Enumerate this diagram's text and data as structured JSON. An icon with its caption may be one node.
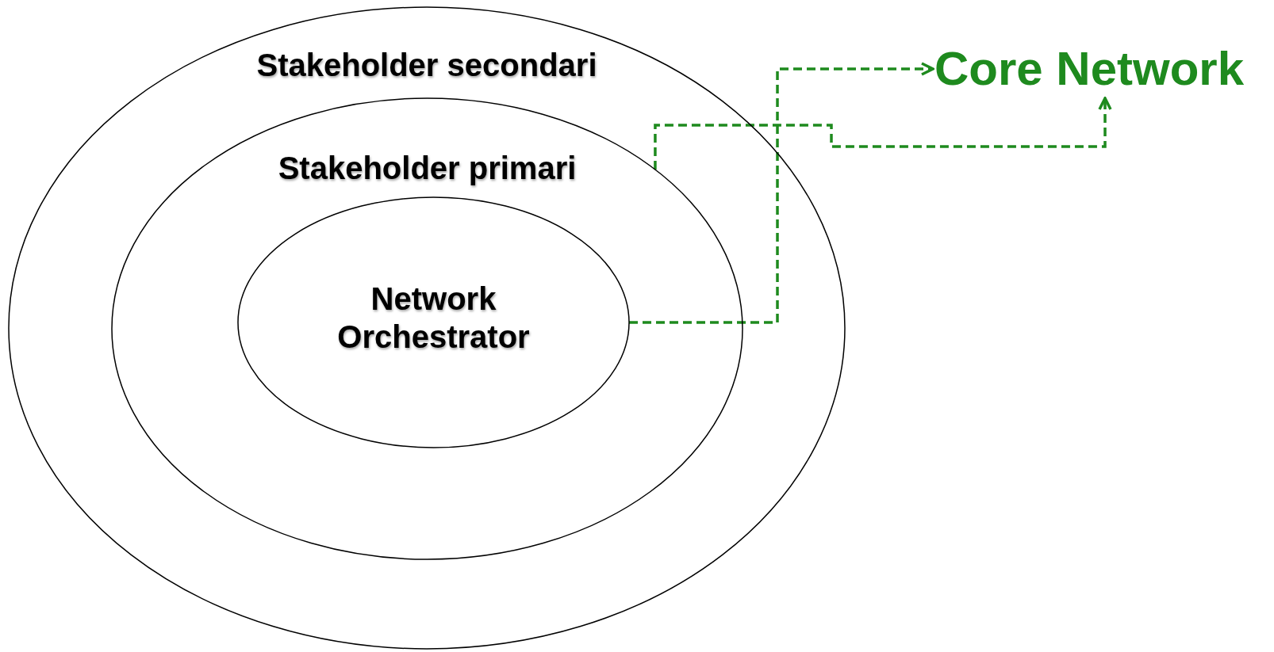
{
  "diagram": {
    "nodes": [
      {
        "text": [
          "Stakeholder secondari"
        ]
      },
      {
        "text": [
          "Stakeholder primari"
        ],
        "in": 0
      },
      {
        "text": [
          "Network Orchestrator"
        ],
        "in": 1
      },
      {
        "text": [
          "Core Network"
        ]
      }
    ],
    "edges": [
      {
        "from": 2,
        "to": 3,
        "arrow": "to",
        "style": "dashed"
      },
      {
        "from": 1,
        "to": 3,
        "arrow": "to",
        "style": "dashed"
      }
    ]
  }
}
